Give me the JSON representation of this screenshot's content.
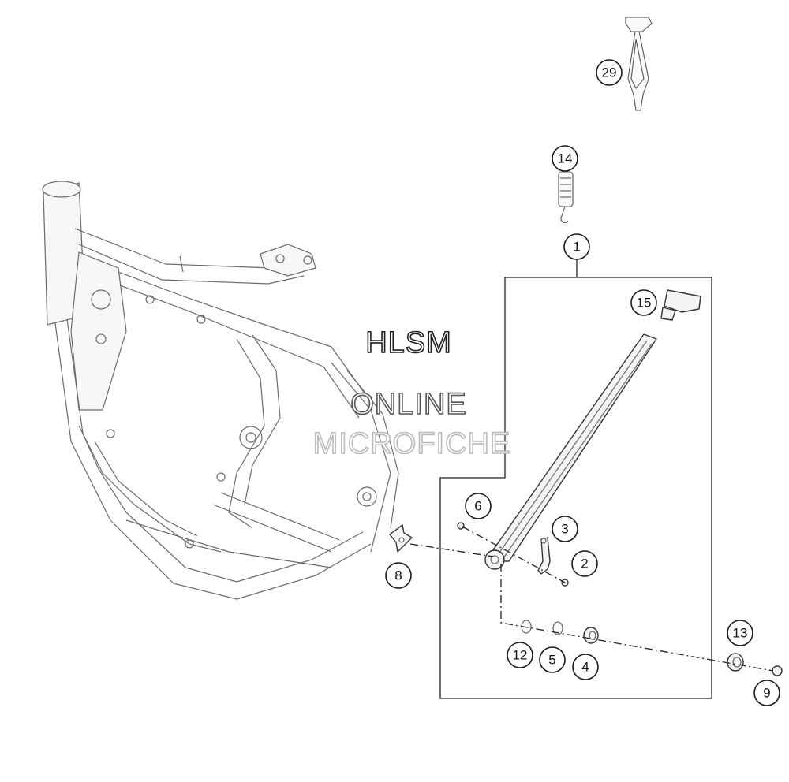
{
  "watermark": {
    "line1": "HLSM",
    "line2": "ONLINE",
    "line3": "MICROFICHE"
  },
  "callouts": [
    {
      "id": "29",
      "label": "29"
    },
    {
      "id": "14",
      "label": "14"
    },
    {
      "id": "1",
      "label": "1"
    },
    {
      "id": "15",
      "label": "15"
    },
    {
      "id": "6",
      "label": "6"
    },
    {
      "id": "3",
      "label": "3"
    },
    {
      "id": "2",
      "label": "2"
    },
    {
      "id": "8",
      "label": "8"
    },
    {
      "id": "13",
      "label": "13"
    },
    {
      "id": "12",
      "label": "12"
    },
    {
      "id": "5",
      "label": "5"
    },
    {
      "id": "4",
      "label": "4"
    },
    {
      "id": "9",
      "label": "9"
    }
  ]
}
